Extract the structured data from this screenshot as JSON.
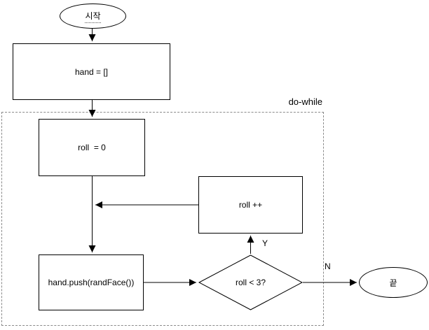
{
  "diagram": {
    "region_label": "do-while",
    "nodes": {
      "start": {
        "label": "시작",
        "type": "terminator"
      },
      "init_hand": {
        "label": "hand = []",
        "type": "process"
      },
      "init_roll": {
        "label": "roll  = 0",
        "type": "process"
      },
      "increment": {
        "label": "roll ++",
        "type": "process"
      },
      "push": {
        "label": "hand.push(randFace())",
        "type": "process"
      },
      "condition": {
        "label": "roll < 3?",
        "type": "decision"
      },
      "end": {
        "label": "끝",
        "type": "terminator"
      }
    },
    "edge_labels": {
      "yes": "Y",
      "no": "N"
    },
    "colors": {
      "stroke": "#000000",
      "background": "#ffffff",
      "dashed_region_border": "#8a8a8a"
    }
  }
}
